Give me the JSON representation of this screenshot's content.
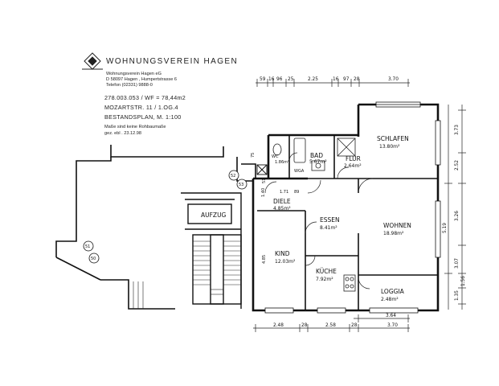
{
  "header": {
    "org_name": "WOHNUNGSVEREIN HAGEN",
    "address_line1": "Wohnungsverein Hagen eG",
    "address_line2": "D 58097 Hagen , Humpertstrasse 6",
    "address_line3": "Telefon (02331) 9888-0",
    "object_line": "278.003.053 / WF = 78,44m2",
    "street_line": "MOZARTSTR. 11 / 1.OG.4",
    "plan_line": "BESTANDSPLAN, M. 1:100",
    "note_line1": "Maße sind keine Rohbaumaße",
    "note_line2": "gez.  ebl  .  23.12.98"
  },
  "rooms": {
    "schlafen": {
      "name": "SCHLAFEN",
      "area": "13.80m²"
    },
    "bad": {
      "name": "BAD",
      "area": "5.67m²"
    },
    "flur": {
      "name": "FLUR",
      "area": "2.64m²"
    },
    "wc": {
      "name": "WC",
      "area": "1.86m²"
    },
    "diele": {
      "name": "DIELE",
      "area": "4.85m²"
    },
    "essen": {
      "name": "ESSEN",
      "area": "8.41m²"
    },
    "wohnen": {
      "name": "WOHNEN",
      "area": "18.98m²"
    },
    "kind": {
      "name": "KIND",
      "area": "12.03m²"
    },
    "kueche": {
      "name": "KÜCHE",
      "area": "7.92m²"
    },
    "loggia": {
      "name": "LOGGIA",
      "area": "2.48m²"
    },
    "aufzug": {
      "name": "AUFZUG"
    }
  },
  "labels": {
    "wga": "WGA",
    "markers": [
      "52",
      "53",
      "51",
      "50"
    ]
  },
  "dims_top": [
    "59",
    "16",
    "96",
    "25",
    "2.25",
    "16",
    "97",
    "28",
    "3.70"
  ],
  "dims_bottom_row1": [
    "3.64"
  ],
  "dims_bottom_row2": [
    "2.48",
    "28",
    "2.58",
    "28",
    "3.70"
  ],
  "dims_right": [
    "3.73",
    "2.52",
    "3.26",
    "5.19",
    "3.07",
    "1.35",
    "1.56"
  ],
  "dims_inner": [
    "1.71",
    "89",
    "1.40",
    "4.85",
    "75",
    "51"
  ]
}
